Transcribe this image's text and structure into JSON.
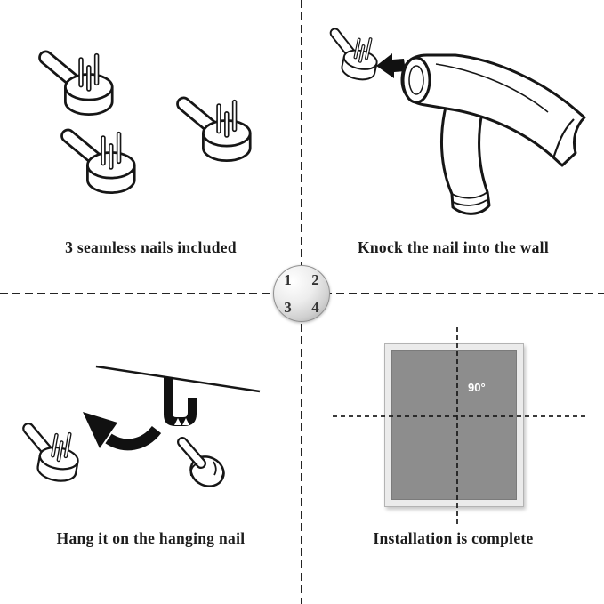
{
  "page": {
    "background": "#ffffff",
    "line_color": "#242424",
    "frame_gray": "#8d8d8d"
  },
  "steps": [
    {
      "number": "1",
      "caption": "3 seamless nails included"
    },
    {
      "number": "2",
      "caption": "Knock the nail into the wall"
    },
    {
      "number": "3",
      "caption": "Hang it on the hanging nail"
    },
    {
      "number": "4",
      "caption": "Installation is complete"
    }
  ],
  "frame": {
    "angle_label": "90°"
  },
  "icons": {
    "nail_hook": "seamless-nail-hook",
    "hammer": "claw-hammer",
    "knock_arrow": "arrow-left",
    "swing_arrow": "curved-arrow-left",
    "hand": "pointing-hand",
    "hook": "sawtooth-hanger",
    "frame": "picture-frame"
  }
}
